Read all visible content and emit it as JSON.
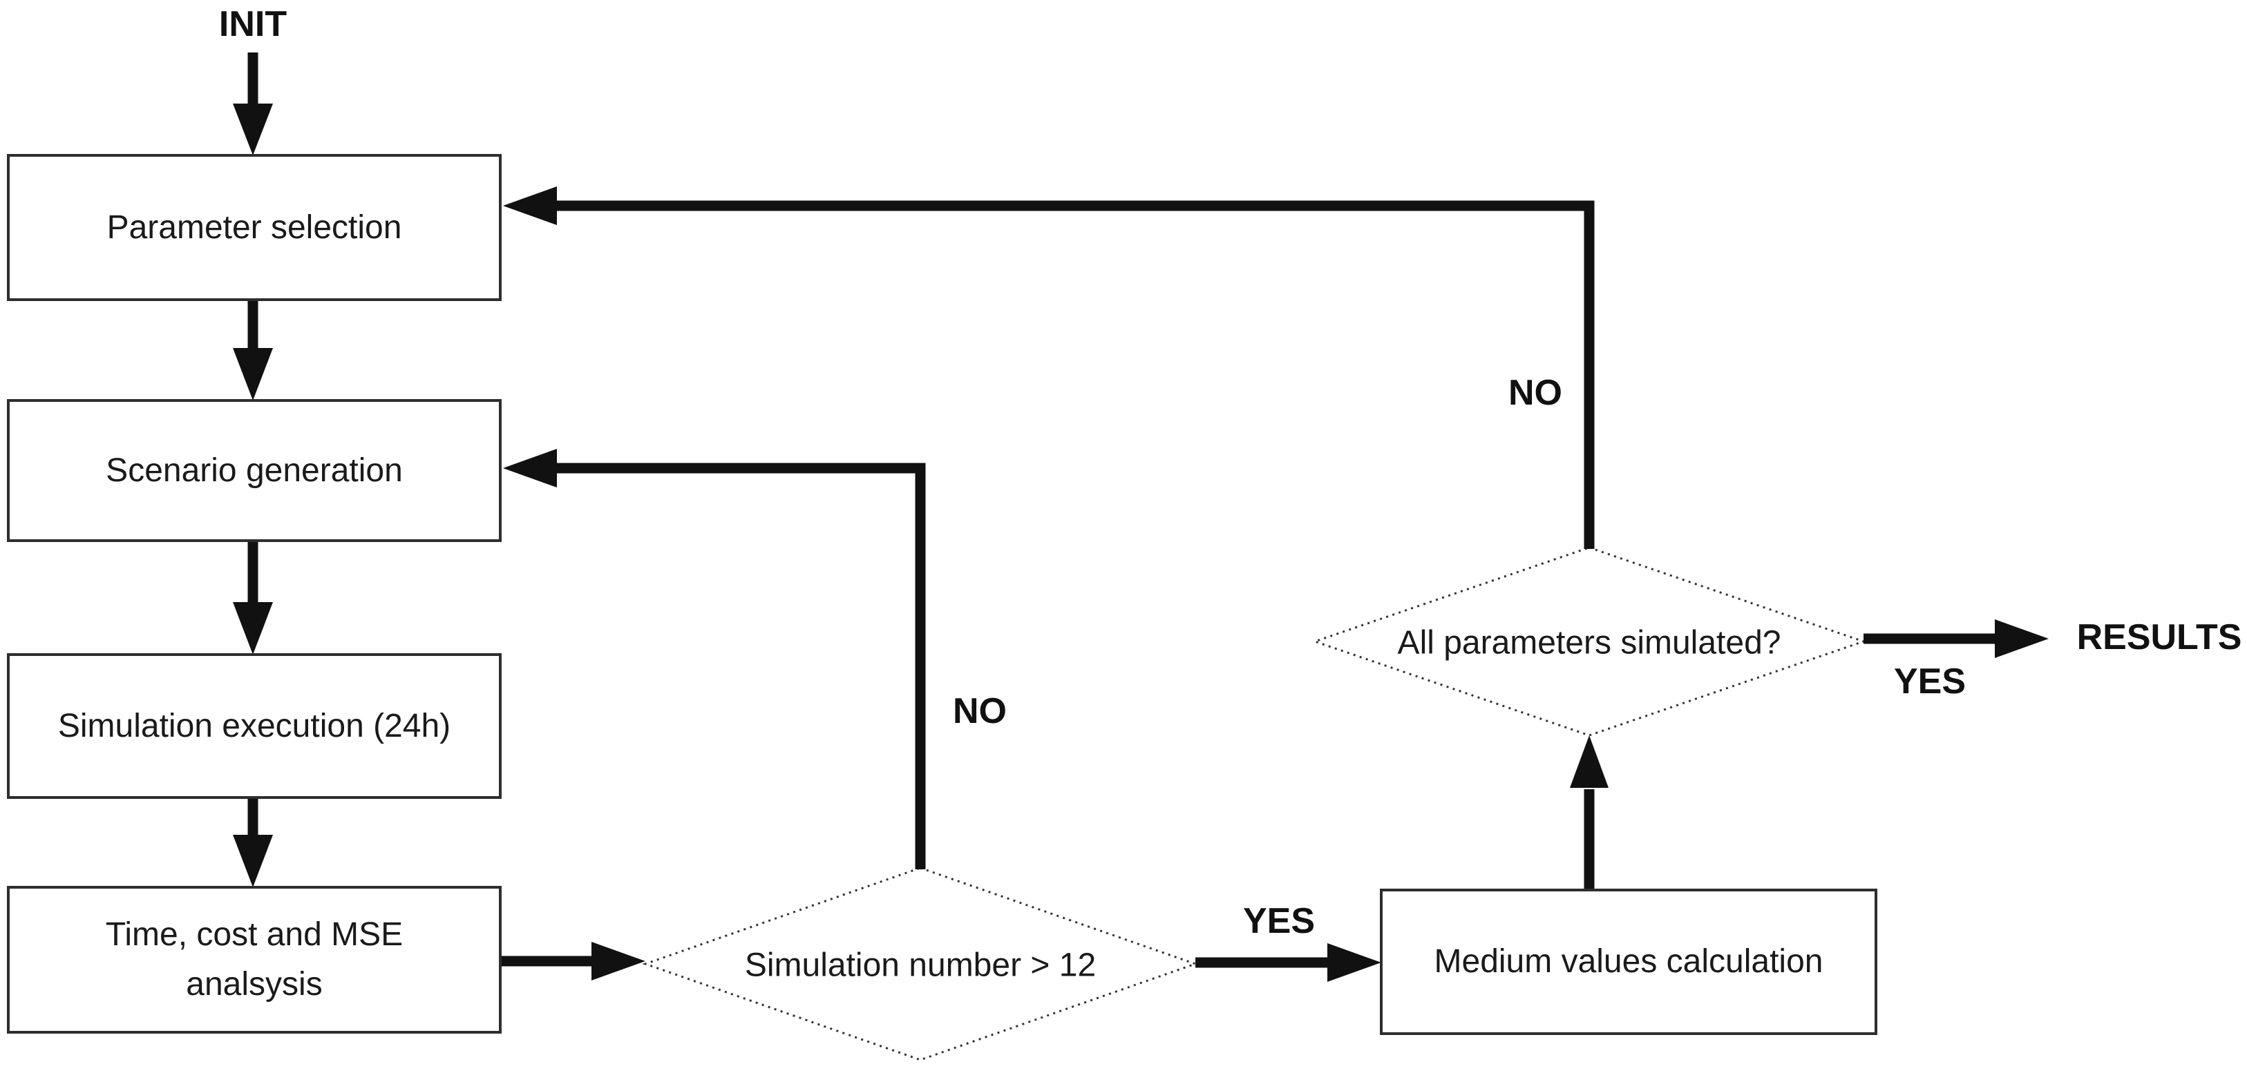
{
  "flowchart": {
    "start_label": "INIT",
    "result_label": "RESULTS",
    "boxes": {
      "parameter_selection": {
        "label": "Parameter selection"
      },
      "scenario_generation": {
        "label": "Scenario generation"
      },
      "simulation_execution": {
        "label": "Simulation execution (24h)"
      },
      "analysis": {
        "lines": [
          "Time, cost and MSE",
          "analsysis"
        ]
      },
      "medium_values": {
        "label": "Medium values calculation"
      }
    },
    "decisions": {
      "simulation_number": {
        "label": "Simulation number > 12"
      },
      "all_parameters": {
        "label": "All parameters simulated?"
      }
    },
    "branch_labels": {
      "sim_no": "NO",
      "sim_yes": "YES",
      "params_no": "NO",
      "params_yes": "YES"
    },
    "colors": {
      "background": "#ffffff",
      "line_ink": "#111111",
      "box_border": "#2e2e2e",
      "decision_dots": "#333333",
      "text": "#1a1a1a"
    }
  }
}
